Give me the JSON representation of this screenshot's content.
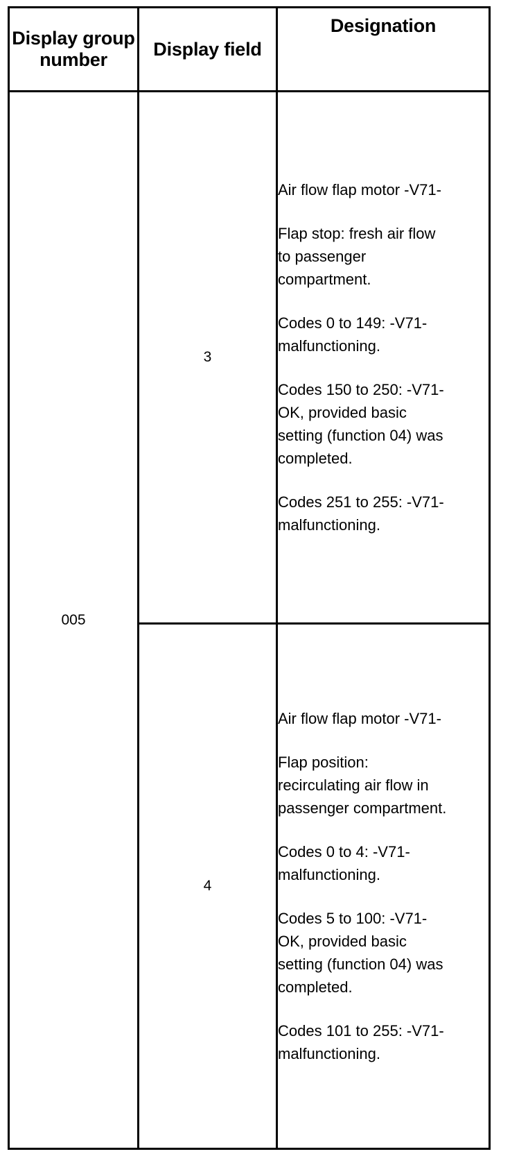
{
  "table": {
    "headers": [
      {
        "label": "Display group number",
        "name": "display-group-number"
      },
      {
        "label": "Display field",
        "name": "display-field"
      },
      {
        "label": "Designation",
        "name": "designation"
      }
    ],
    "group_number": "005",
    "rows": [
      {
        "display_field": "3",
        "designation_paragraphs": [
          "Air flow flap motor -V71-",
          "Flap stop: fresh air flow to passenger compartment.",
          "Codes 0 to 149: -V71- malfunctioning.",
          "Codes 150 to 250: -V71- OK, provided basic setting (function 04) was completed.",
          "Codes 251 to 255: -V71- malfunctioning."
        ]
      },
      {
        "display_field": "4",
        "designation_paragraphs": [
          "Air flow flap motor -V71-",
          "Flap position: recirculating air flow in passenger compartment.",
          "Codes 0 to 4: -V71- malfunctioning.",
          "Codes 5 to 100: -V71- OK, provided basic setting (function 04) was completed.",
          "Codes 101 to 255: -V71- malfunctioning."
        ]
      }
    ]
  },
  "colors": {
    "border": "#000000",
    "text": "#000000",
    "background": "#ffffff"
  }
}
